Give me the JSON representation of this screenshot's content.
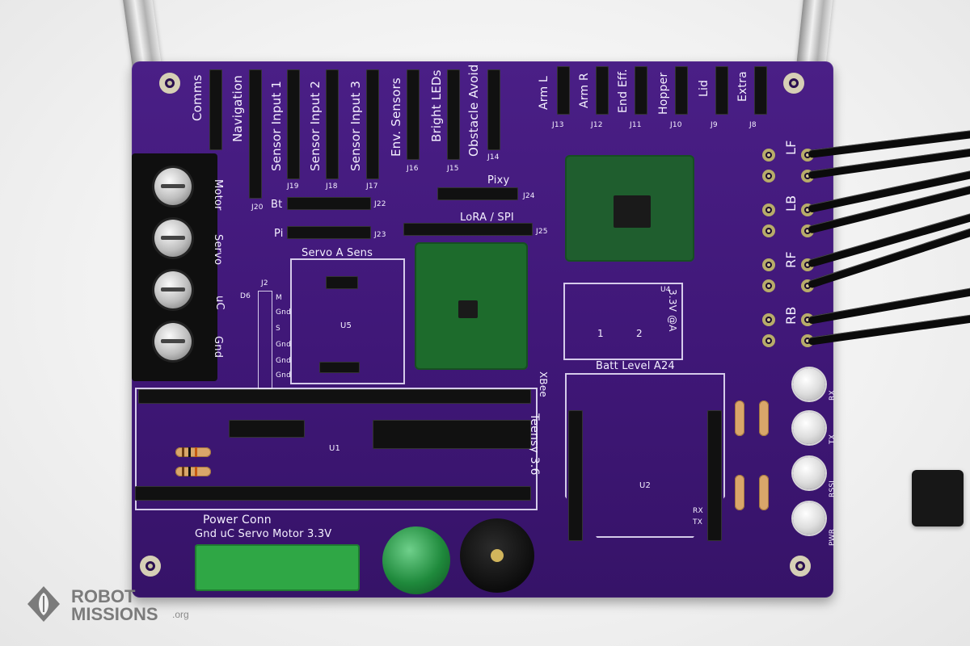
{
  "image": {
    "watermark": {
      "line1": "ROBOT",
      "line2": "MISSIONS",
      "suffix": ".org"
    },
    "silkscreen": {
      "top_headers": [
        "Comms",
        "Navigation",
        "Sensor Input 1",
        "Sensor Input 2",
        "Sensor Input 3",
        "Env. Sensors",
        "Bright LEDs",
        "Obstacle Avoid"
      ],
      "top_right_headers": [
        "Arm L",
        "Arm R",
        "End Eff.",
        "Hopper",
        "Lid",
        "Extra"
      ],
      "ref_top": [
        "J13",
        "J12",
        "J11",
        "J10",
        "J9",
        "J8"
      ],
      "left_vertical": [
        "Motor",
        "Servo",
        "uC",
        "Gnd"
      ],
      "bt": "Bt",
      "pi": "Pi",
      "pixy": "Pixy",
      "lora": "LoRA / SPI",
      "servo_a": "Servo A Sens",
      "u5": "U5",
      "u1": "U1",
      "u2": "U2",
      "u4": "U4",
      "j22": "J22",
      "j23": "J23",
      "j24": "J24",
      "j25": "J25",
      "j20": "J20",
      "j19": "J19",
      "j18": "J18",
      "j17": "J17",
      "j16": "J16",
      "j15": "J15",
      "j14": "J14",
      "j2": "J2",
      "d6": "D6",
      "teensy": "Teensy 3.6",
      "xbee": "XBee",
      "batt": "Batt Level A24",
      "v33": "3.3V @A",
      "power_conn": "Power Conn",
      "power_pins": "Gnd  uC  Servo Motor 3.3V",
      "rx": "RX",
      "tx": "TX",
      "rssi": "RSSI",
      "pwr": "PWR",
      "lf": "LF",
      "lb": "LB",
      "rf": "RF",
      "rb": "RB",
      "j2_pins": [
        "M",
        "Gnd",
        "S",
        "Gnd",
        "Gnd",
        "Gnd"
      ],
      "divider_labels": [
        "1",
        "2"
      ]
    }
  }
}
